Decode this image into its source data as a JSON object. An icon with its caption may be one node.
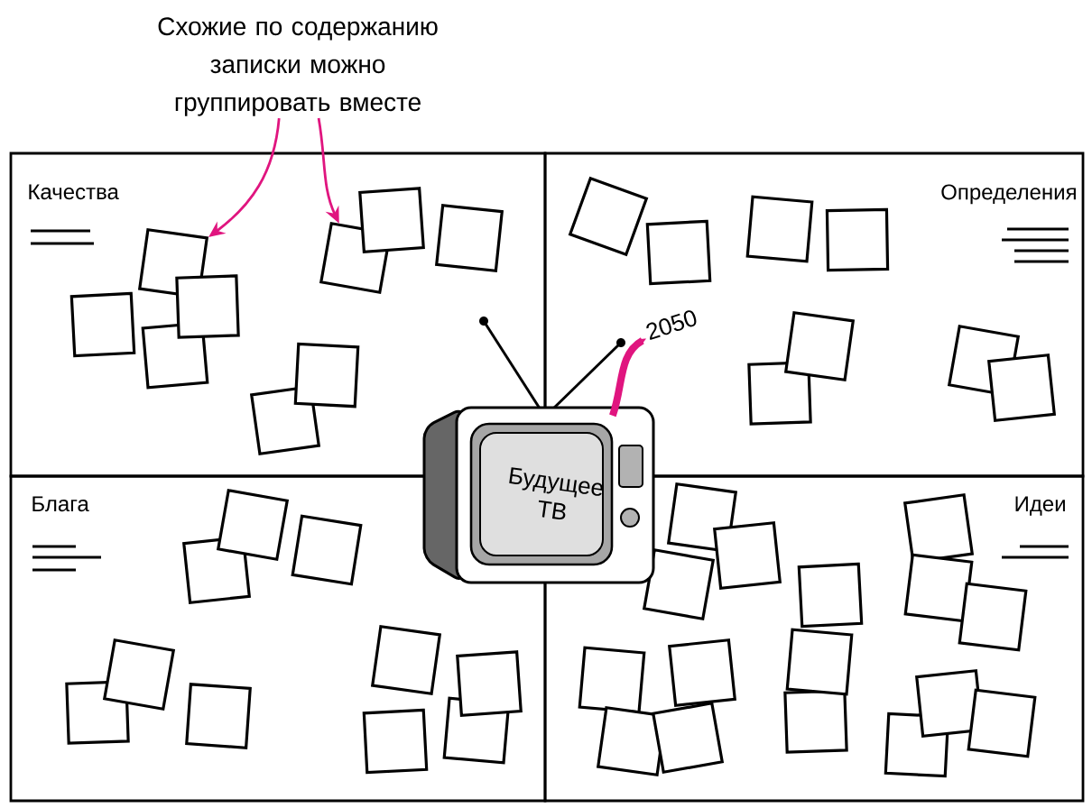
{
  "diagram": {
    "nodes": [
      {
        "text": [
          "Схожие по содержанию записки можно группировать вместе"
        ]
      },
      {
        "text": [
          "Качества"
        ]
      },
      {
        "text": [],
        "shape": "box",
        "in": 1
      },
      {
        "text": [],
        "shape": "box",
        "in": 1
      },
      {
        "text": [],
        "shape": "box",
        "in": 1
      },
      {
        "text": [],
        "shape": "box",
        "in": 1
      },
      {
        "text": [],
        "shape": "box",
        "in": 1
      },
      {
        "text": [],
        "shape": "box",
        "in": 1
      },
      {
        "text": [],
        "shape": "box",
        "in": 1
      },
      {
        "text": [],
        "shape": "box",
        "in": 1
      },
      {
        "text": [],
        "shape": "box",
        "in": 1
      },
      {
        "text": [
          "Определения"
        ]
      },
      {
        "text": [],
        "shape": "box",
        "in": 11
      },
      {
        "text": [],
        "shape": "box",
        "in": 11
      },
      {
        "text": [],
        "shape": "box",
        "in": 11
      },
      {
        "text": [],
        "shape": "box",
        "in": 11
      },
      {
        "text": [],
        "shape": "box",
        "in": 11
      },
      {
        "text": [],
        "shape": "box",
        "in": 11
      },
      {
        "text": [],
        "shape": "box",
        "in": 11
      },
      {
        "text": [],
        "shape": "box",
        "in": 11
      },
      {
        "text": [
          "Блага"
        ]
      },
      {
        "text": [],
        "shape": "box",
        "in": 20
      },
      {
        "text": [],
        "shape": "box",
        "in": 20
      },
      {
        "text": [],
        "shape": "box",
        "in": 20
      },
      {
        "text": [],
        "shape": "box",
        "in": 20
      },
      {
        "text": [],
        "shape": "box",
        "in": 20
      },
      {
        "text": [],
        "shape": "box",
        "in": 20
      },
      {
        "text": [],
        "shape": "box",
        "in": 20
      },
      {
        "text": [],
        "shape": "box",
        "in": 20
      },
      {
        "text": [],
        "shape": "box",
        "in": 20
      },
      {
        "text": [],
        "shape": "box",
        "in": 20
      },
      {
        "text": [
          "Идеи"
        ]
      },
      {
        "text": [],
        "shape": "box",
        "in": 31
      },
      {
        "text": [],
        "shape": "box",
        "in": 31
      },
      {
        "text": [],
        "shape": "box",
        "in": 31
      },
      {
        "text": [],
        "shape": "box",
        "in": 31
      },
      {
        "text": [],
        "shape": "box",
        "in": 31
      },
      {
        "text": [],
        "shape": "box",
        "in": 31
      },
      {
        "text": [],
        "shape": "box",
        "in": 31
      },
      {
        "text": [],
        "shape": "box",
        "in": 31
      },
      {
        "text": [],
        "shape": "box",
        "in": 31
      },
      {
        "text": [],
        "shape": "box",
        "in": 31
      },
      {
        "text": [],
        "shape": "box",
        "in": 31
      },
      {
        "text": [],
        "shape": "box",
        "in": 31
      },
      {
        "text": [],
        "shape": "box",
        "in": 31
      },
      {
        "text": [],
        "shape": "box",
        "in": 31
      },
      {
        "text": [],
        "shape": "box",
        "in": 31
      },
      {
        "text": [],
        "shape": "box",
        "in": 31
      },
      {
        "text": [
          "Будущее ТВ"
        ]
      },
      {
        "text": [
          "2050"
        ],
        "in": 11
      }
    ],
    "edges": [
      {
        "from": 0,
        "to": 3,
        "arrow": "to"
      },
      {
        "from": 0,
        "to": 8,
        "arrow": "to"
      },
      {
        "from": 48,
        "to": 49,
        "arrow": "to",
        "style": "thick"
      }
    ]
  }
}
